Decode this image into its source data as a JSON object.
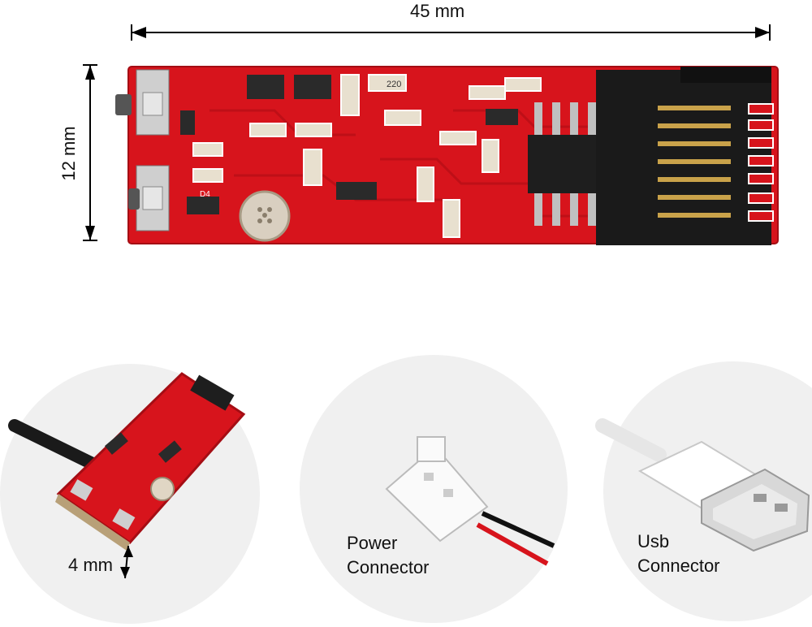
{
  "dimensions": {
    "width_label": "45 mm",
    "height_label": "12 mm",
    "thickness_label": "4 mm"
  },
  "board": {
    "chip_marking_1": "220",
    "chip_marking_2": "D4",
    "colors": {
      "pcb": "#d7141c",
      "pcb_dark": "#a50d14",
      "connector": "#1a1a1a",
      "pin": "#c9a24a"
    }
  },
  "captions": {
    "power": [
      "Power",
      "Connector"
    ],
    "usb": [
      "Usb",
      "Connector"
    ]
  }
}
